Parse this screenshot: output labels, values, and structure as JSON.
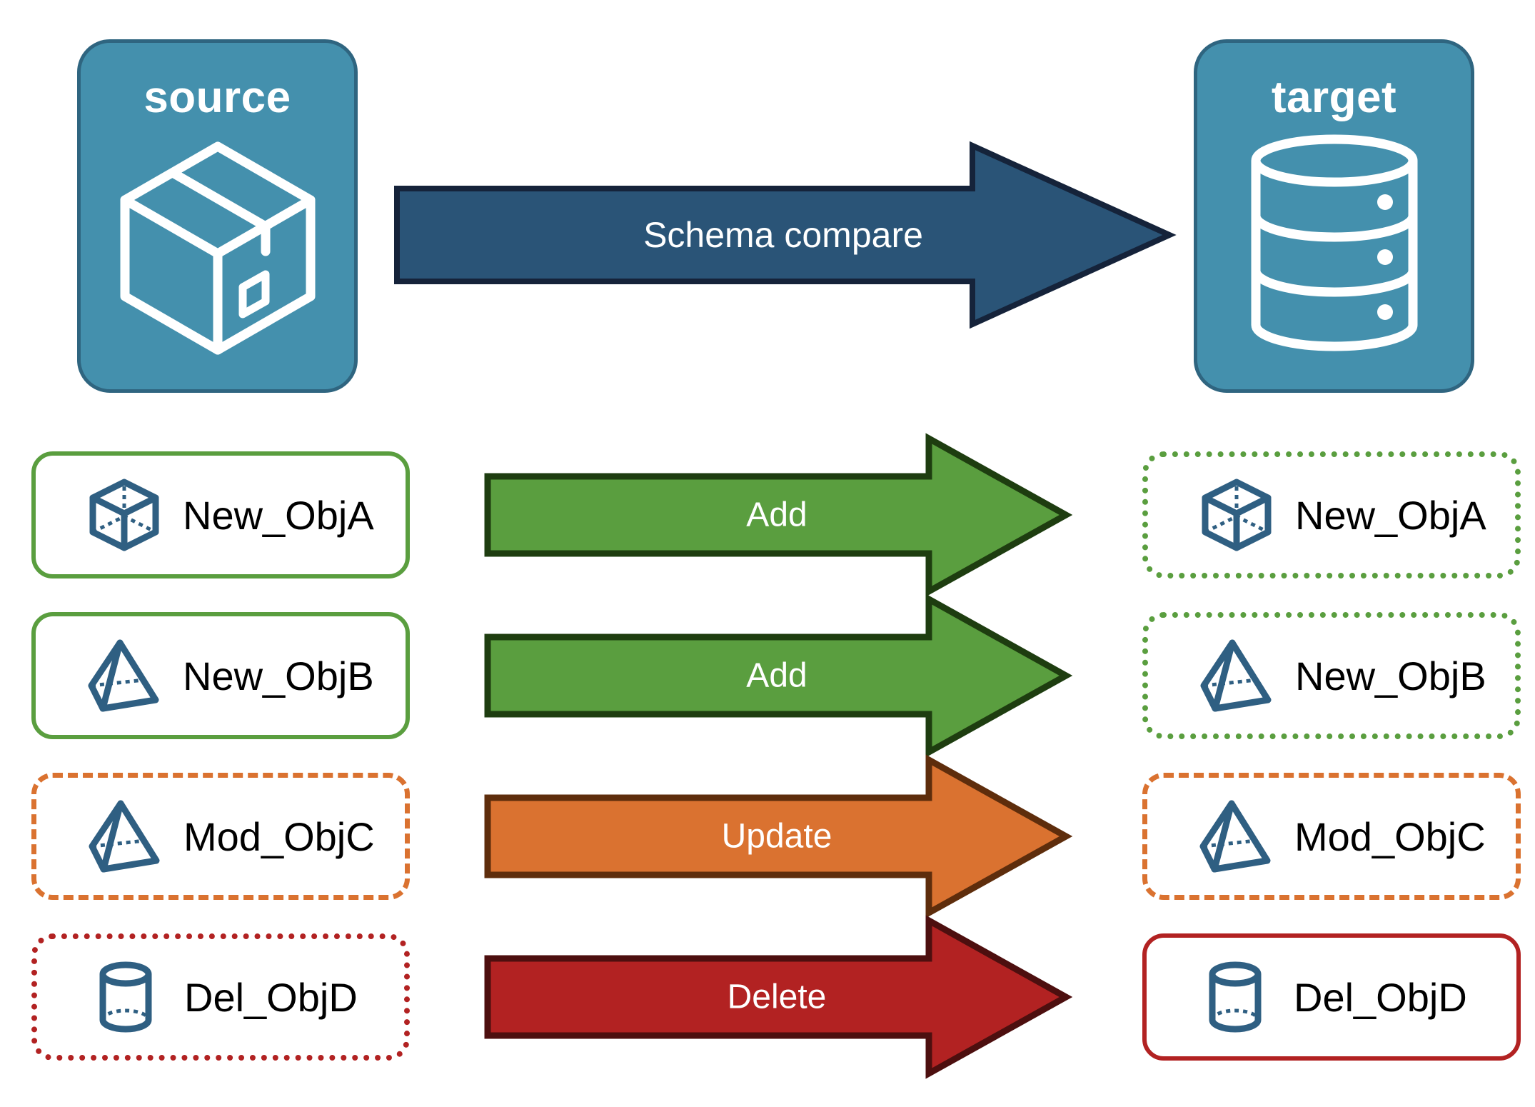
{
  "endpoints": {
    "source": {
      "title": "source",
      "icon": "package-box-icon",
      "fill": "#4490ad",
      "stroke": "#2f6580"
    },
    "target": {
      "title": "target",
      "icon": "database-cylinder-icon",
      "fill": "#4490ad",
      "stroke": "#2f6580"
    }
  },
  "main_arrow": {
    "label": "Schema compare",
    "fill": "#2a5477",
    "stroke": "#15233a",
    "text_color": "#ffffff"
  },
  "rows": [
    {
      "action": "Add",
      "arrow_fill": "#5a9e3f",
      "arrow_stroke": "#1e3d10",
      "source": {
        "label": "New_ObjA",
        "icon": "cube-wireframe-icon",
        "border_style": "solid",
        "border_color": "#5a9e3f"
      },
      "target": {
        "label": "New_ObjA",
        "icon": "cube-wireframe-icon",
        "border_style": "dotted",
        "border_color": "#5a9e3f"
      }
    },
    {
      "action": "Add",
      "arrow_fill": "#5a9e3f",
      "arrow_stroke": "#1e3d10",
      "source": {
        "label": "New_ObjB",
        "icon": "pyramid-wireframe-icon",
        "border_style": "solid",
        "border_color": "#5a9e3f"
      },
      "target": {
        "label": "New_ObjB",
        "icon": "pyramid-wireframe-icon",
        "border_style": "dotted",
        "border_color": "#5a9e3f"
      }
    },
    {
      "action": "Update",
      "arrow_fill": "#da7230",
      "arrow_stroke": "#5e2d0c",
      "source": {
        "label": "Mod_ObjC",
        "icon": "pyramid-wireframe-icon",
        "border_style": "dashed",
        "border_color": "#da7230"
      },
      "target": {
        "label": "Mod_ObjC",
        "icon": "pyramid-wireframe-icon",
        "border_style": "dashed",
        "border_color": "#da7230"
      }
    },
    {
      "action": "Delete",
      "arrow_fill": "#b22222",
      "arrow_stroke": "#4d0f0f",
      "source": {
        "label": "Del_ObjD",
        "icon": "cylinder-wireframe-icon",
        "border_style": "dotted",
        "border_color": "#b22222"
      },
      "target": {
        "label": "Del_ObjD",
        "icon": "cylinder-wireframe-icon",
        "border_style": "solid",
        "border_color": "#b22222"
      }
    }
  ],
  "colors": {
    "panel_fill": "#4490ad",
    "panel_stroke": "#2f6580",
    "icon_blue": "#2f5f82",
    "green": "#5a9e3f",
    "orange": "#da7230",
    "red": "#b22222",
    "navy": "#2a5477",
    "background": "#ffffff"
  }
}
